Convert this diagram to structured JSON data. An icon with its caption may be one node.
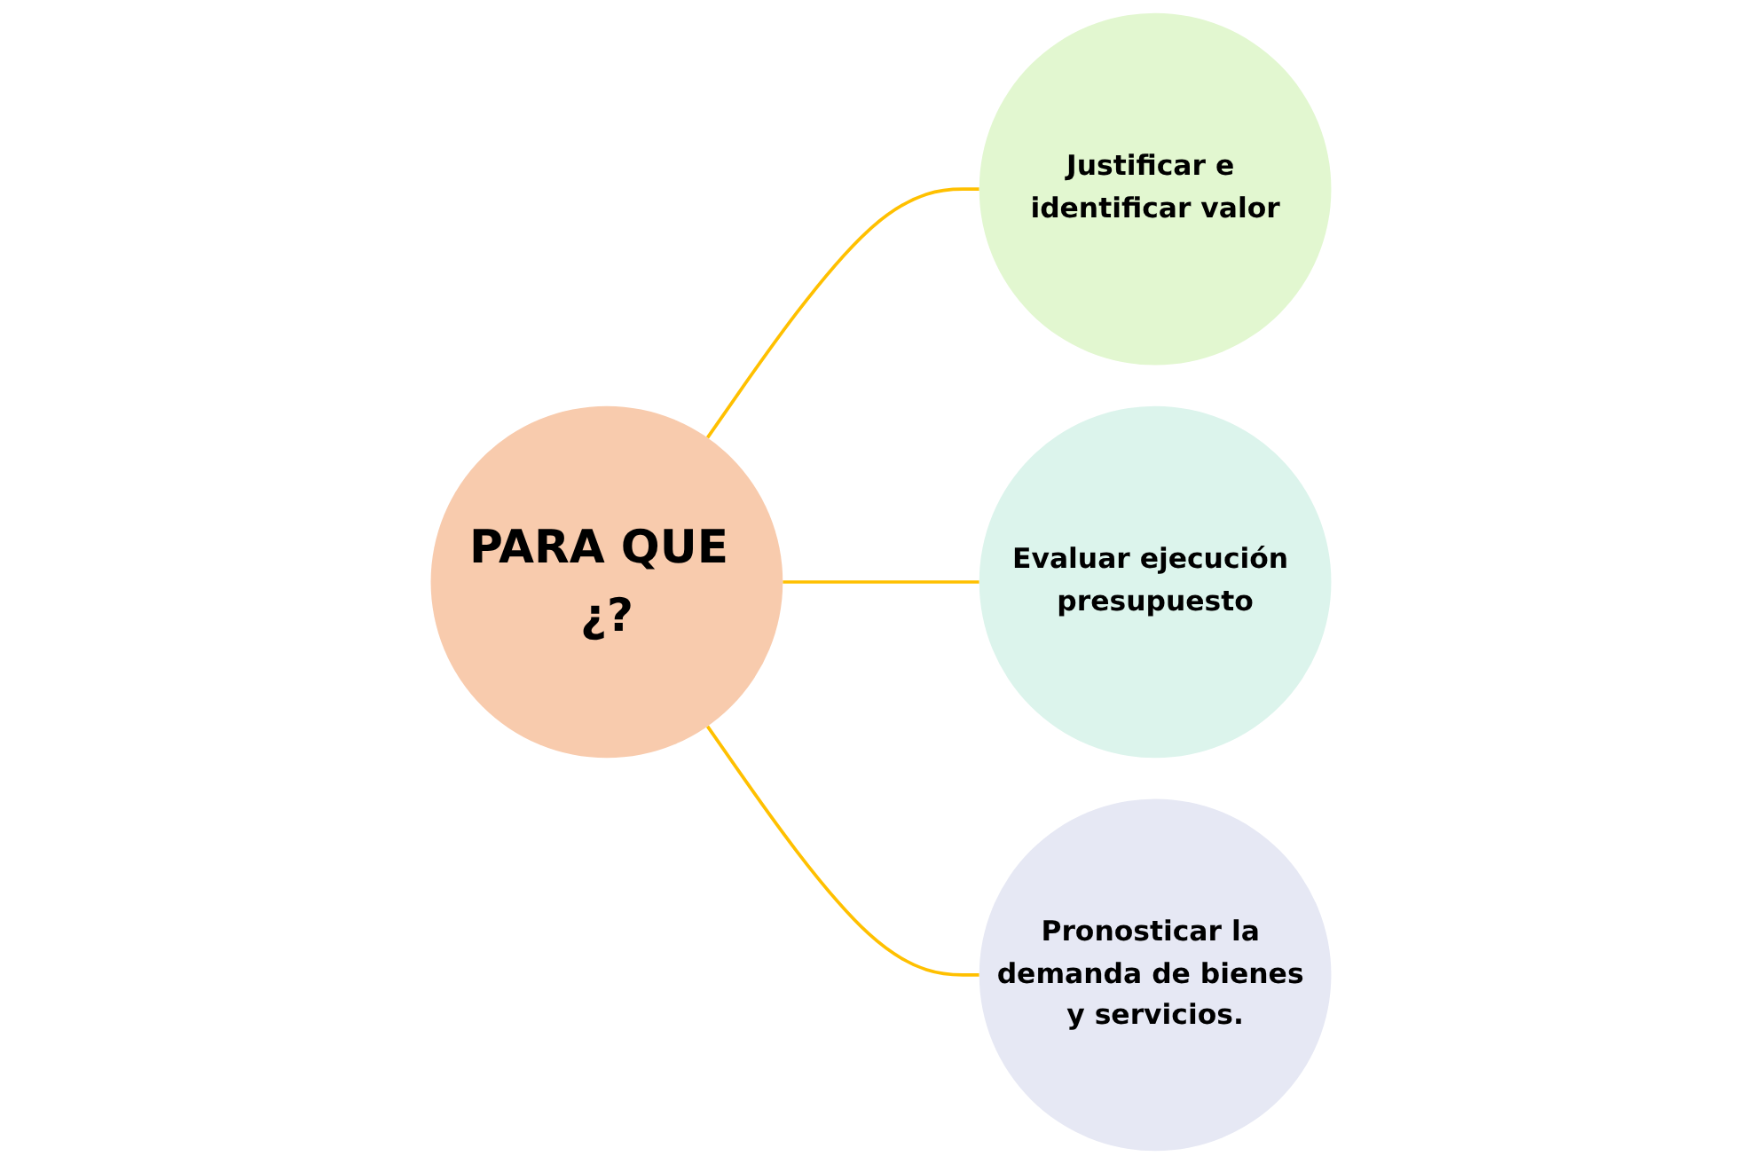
{
  "diagram": {
    "nodes": [
      {
        "text": [
          "PARA QUE ¿?"
        ]
      },
      {
        "text": [
          "Justificar e identificar valor"
        ]
      },
      {
        "text": [
          "Evaluar ejecución presupuesto"
        ]
      },
      {
        "text": [
          "Pronosticar la demanda de bienes y servicios."
        ]
      }
    ],
    "edges": [
      {
        "from": 0,
        "to": 1,
        "arrow": "none"
      },
      {
        "from": 0,
        "to": 2,
        "arrow": "none"
      },
      {
        "from": 0,
        "to": 3,
        "arrow": "none"
      }
    ]
  }
}
